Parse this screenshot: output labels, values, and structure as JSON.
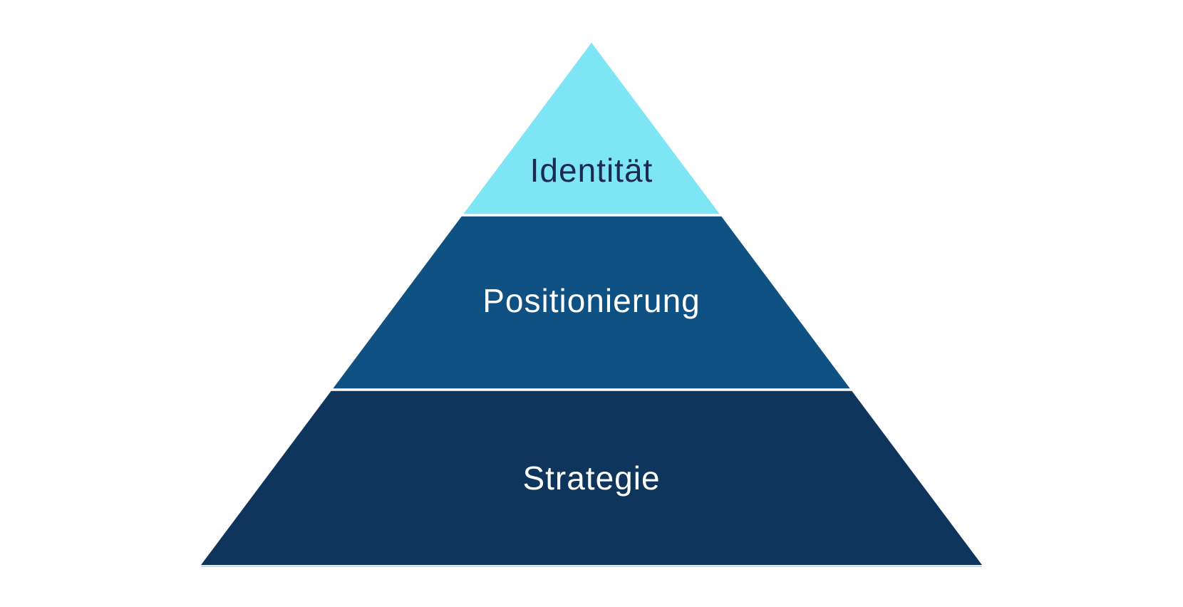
{
  "diagram": {
    "type": "pyramid",
    "levels": [
      {
        "id": "identitaet",
        "label": "Identität",
        "fill": "#7EE5F4",
        "text_color": "#1A2B50"
      },
      {
        "id": "positionierung",
        "label": "Positionierung",
        "fill": "#0F5183",
        "text_color": "#FFFFFF"
      },
      {
        "id": "strategie",
        "label": "Strategie",
        "fill": "#0F355C",
        "text_color": "#FFFFFF"
      }
    ],
    "colors": {
      "background": "#FFFFFF",
      "separator": "#FFFFFF",
      "base_edge": "#C9CED6"
    }
  }
}
